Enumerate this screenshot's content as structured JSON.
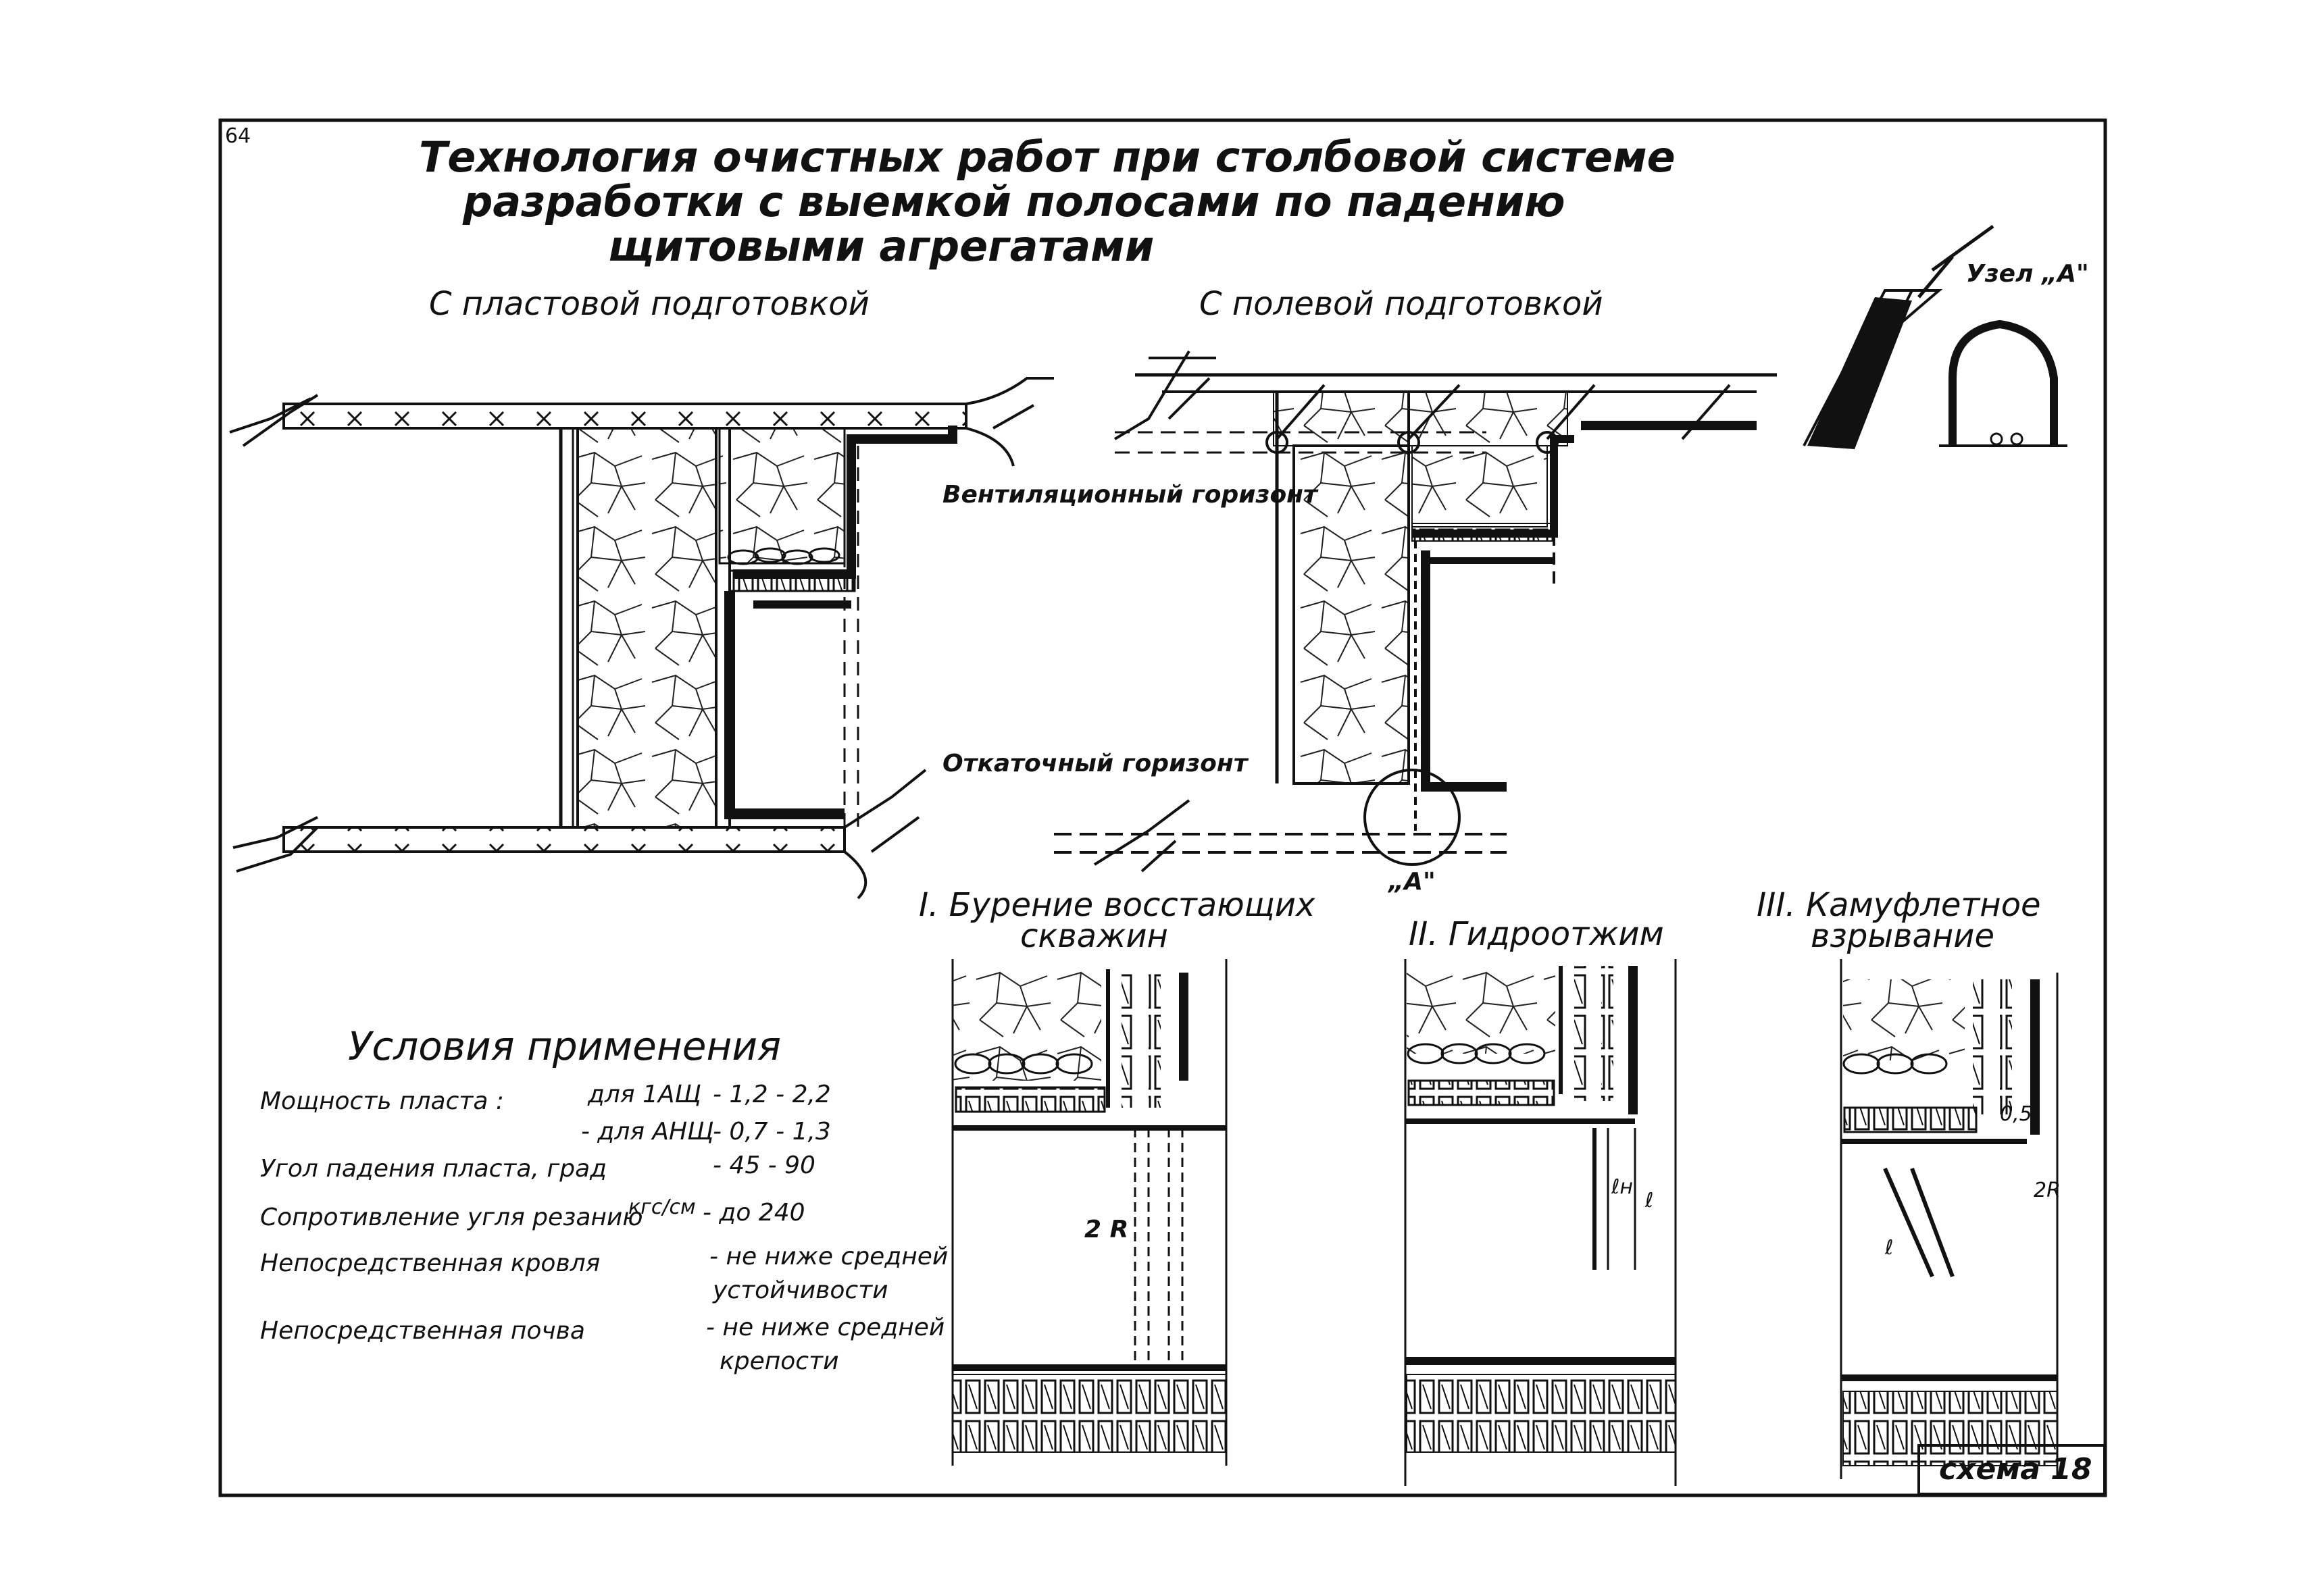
{
  "page_number": "64",
  "title": {
    "line1": "Технология очистных работ при столбовой системе",
    "line2": "разработки с выемкой полосами по падению",
    "line3": "щитовыми агрегатами"
  },
  "sections": {
    "left": "С пластовой подготовкой",
    "right": "С полевой подготовкой"
  },
  "labels": {
    "ventilation": "Вентиляционный горизонт",
    "haulage": "Откаточный горизонт",
    "node_a": "Узел „А\"",
    "node_a_mark": "„А\""
  },
  "stages": {
    "s1_line1": "I. Бурение восстающих",
    "s1_line2": "скважин",
    "s2": "II. Гидроотжим",
    "s3_line1": "III. Камуфлетное",
    "s3_line2": "взрывание"
  },
  "dimensions": {
    "two_r_1": "2 R",
    "two_r_3": "2R",
    "l_2": "ℓ",
    "lh_2": "ℓн",
    "l_3": "ℓ",
    "d_05": "0,5"
  },
  "conditions": {
    "heading": "Условия применения",
    "rows": [
      {
        "name": "Мощность пласта :",
        "detail": "для 1АЩ",
        "value": "- 1,2 - 2,2"
      },
      {
        "name": "",
        "detail": "- для АНЩ",
        "value": "- 0,7 - 1,3"
      },
      {
        "name": "Угол падения пласта, град",
        "detail": "",
        "value": "- 45 - 90"
      },
      {
        "name": "Сопротивление угля резанию",
        "detail": "кгс/см",
        "value": "- до 240"
      },
      {
        "name": "Непосредственная кровля",
        "detail": "",
        "value": "- не ниже средней"
      },
      {
        "name": "",
        "detail": "",
        "value": "устойчивости"
      },
      {
        "name": "Непосредственная почва",
        "detail": "",
        "value": "- не ниже средней"
      },
      {
        "name": "",
        "detail": "",
        "value": "крепости"
      }
    ]
  },
  "scheme": "схема 18"
}
